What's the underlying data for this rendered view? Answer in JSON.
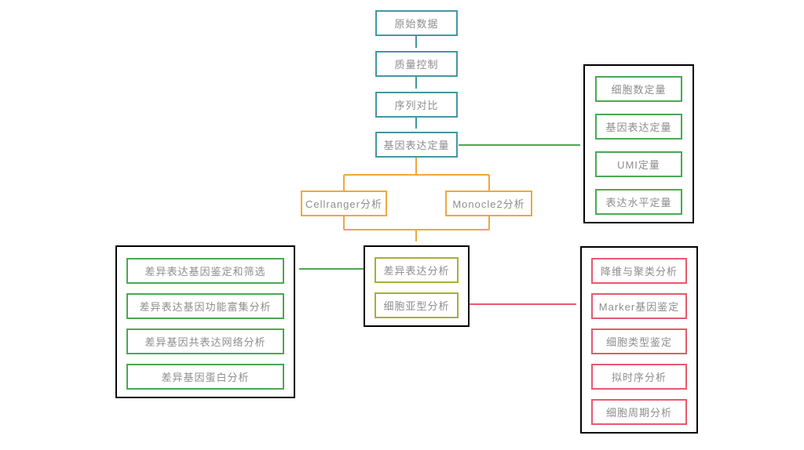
{
  "colors": {
    "teal": "#4596a4",
    "green": "#4ba853",
    "orange": "#f0a839",
    "olive": "#a4b139",
    "pink": "#e9586e",
    "text": "#8e8e8e",
    "background": "#ffffff"
  },
  "pipeline": {
    "main_flow": [
      "原始数据",
      "质量控制",
      "序列对比",
      "基因表达定量"
    ],
    "quantification_group": [
      "细胞数定量",
      "基因表达定量",
      "UMI定量",
      "表达水平定量"
    ],
    "tools": [
      "Cellranger分析",
      "Monocle2分析"
    ],
    "analysis_group": [
      "差异表达分析",
      "细胞亚型分析"
    ],
    "differential_group": [
      "差异表达基因鉴定和筛选",
      "差异表达基因功能富集分析",
      "差异基因共表达网络分析",
      "差异基因蛋白分析"
    ],
    "subtype_group": [
      "降维与聚类分析",
      "Marker基因鉴定",
      "细胞类型鉴定",
      "拟时序分析",
      "细胞周期分析"
    ]
  }
}
